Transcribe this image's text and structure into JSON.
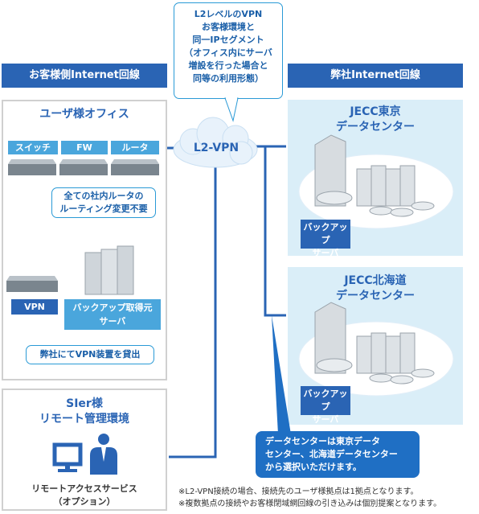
{
  "headers": {
    "customer_line": "お客様側Internet回線",
    "our_line": "弊社Internet回線"
  },
  "callout_top": [
    "L2レベルのVPN",
    "お客様環境と",
    "同一IPセグメント",
    "（オフィス内にサーバ",
    "増設を行った場合と",
    "同等の利用形態）"
  ],
  "cloud_label": "L2-VPN",
  "user_office": {
    "title": "ユーザ様オフィス",
    "tags": [
      "スイッチ",
      "FW",
      "ルータ"
    ],
    "router_note": [
      "全ての社内ルータの",
      "ルーティング変更不要"
    ],
    "vpn_label": "VPN",
    "backup_source": [
      "バックアップ取得元",
      "サーバ"
    ],
    "lend_note": "弊社にてVPN装置を貸出"
  },
  "sier": {
    "title": [
      "SIer様",
      "リモート管理環境"
    ],
    "service": [
      "リモートアクセスサービス",
      "（オプション）"
    ]
  },
  "dc_tokyo": {
    "title": [
      "JECC東京",
      "データセンター"
    ],
    "server_label": [
      "バックアップ",
      "サーバ"
    ]
  },
  "dc_hokkaido": {
    "title": [
      "JECC北海道",
      "データセンター"
    ],
    "server_label": [
      "バックアップ",
      "サーバ"
    ]
  },
  "dc_note": [
    "データセンターは東京データ",
    "センター、北海道データセンター",
    "から選択いただけます。"
  ],
  "footnotes": [
    "※L2-VPN接続の場合、接続先のユーザ様拠点は1拠点となります。",
    "※複数拠点の接続やお客様閉域網回線の引き込みは個別提案となります。"
  ],
  "colors": {
    "accent": "#2a64b4",
    "light_blue": "#4aa6dc",
    "panel_bg": "#daeef8"
  }
}
